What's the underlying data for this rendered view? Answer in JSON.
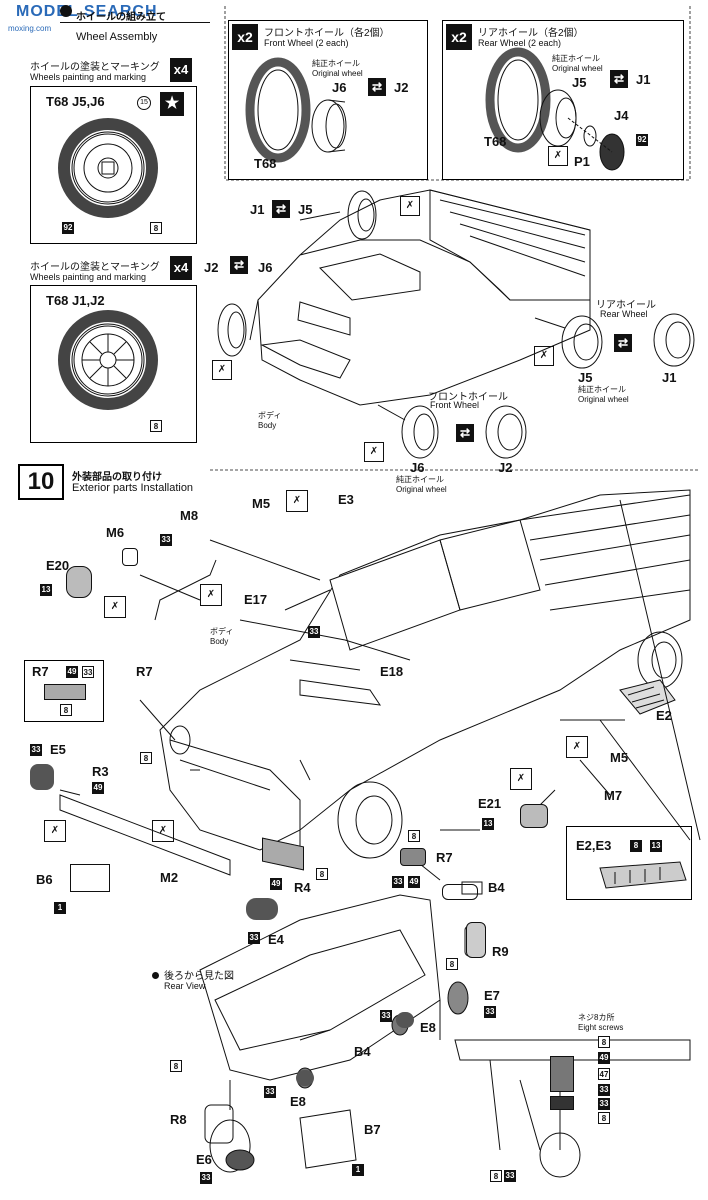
{
  "header": {
    "watermark": "MODEL SEARCH",
    "watermark_logo": "moxing.com",
    "section_jp": "ホイールの組み立て",
    "section_en": "Wheel Assembly"
  },
  "wheel_paint_1": {
    "jp": "ホイールの塗装とマーキング",
    "en": "Wheels painting and marking",
    "qty": "x4",
    "paint": "T68 J5,J6",
    "decal": "15",
    "badge_left": "92",
    "badge_right": "8"
  },
  "wheel_paint_2": {
    "jp": "ホイールの塗装とマーキング",
    "en": "Wheels painting and marking",
    "qty": "x4",
    "paint": "T68 J1,J2",
    "badge": "8"
  },
  "front_wheel_box": {
    "qty": "x2",
    "jp": "フロントホイール（各2個）",
    "en": "Front Wheel (2 each)",
    "orig_jp": "純正ホイール",
    "orig_en": "Original wheel",
    "part_a": "J6",
    "part_b": "J2",
    "tire": "T68"
  },
  "rear_wheel_box": {
    "qty": "x2",
    "jp": "リアホイール（各2個）",
    "en": "Rear Wheel (2 each)",
    "orig_jp": "純正ホイール",
    "orig_en": "Original wheel",
    "part_a": "J5",
    "part_b": "J1",
    "part_c": "J4",
    "tire": "T68",
    "pin": "P1",
    "badge": "92"
  },
  "truck_top": {
    "j1": "J1",
    "j5": "J5",
    "j2": "J2",
    "j6": "J6",
    "body_jp": "ボディ",
    "body_en": "Body",
    "rear_jp": "リアホイール",
    "rear_en": "Rear Wheel",
    "rear_j5": "J5",
    "rear_j1": "J1",
    "rear_orig_jp": "純正ホイール",
    "rear_orig_en": "Original wheel",
    "front_jp": "フロントホイール",
    "front_en": "Front Wheel",
    "front_j6": "J6",
    "front_j2": "J2",
    "front_orig_jp": "純正ホイール",
    "front_orig_en": "Original wheel"
  },
  "step10": {
    "number": "10",
    "jp": "外装部品の取り付け",
    "en": "Exterior parts Installation"
  },
  "exterior_parts": {
    "m6": "M6",
    "e20": "E20",
    "n13a": "13",
    "m8": "M8",
    "n33a": "33",
    "m5": "M5",
    "e3": "E3",
    "e17": "E17",
    "n33b": "33",
    "e18": "E18",
    "body_jp": "ボディ",
    "body_en": "Body",
    "r7_box": "R7",
    "n49a": "49",
    "n33c": "33",
    "n8a": "8",
    "r7": "R7",
    "e2": "E2",
    "m5b": "M5",
    "n33d": "33",
    "e5": "E5",
    "n8b": "8",
    "r3": "R3",
    "n49b": "49",
    "m7": "M7",
    "e21": "E21",
    "n13b": "13",
    "e23": "E2,E3",
    "n8c": "8",
    "n13c": "13",
    "b6": "B6",
    "n1a": "1",
    "m2": "M2",
    "n8d": "8",
    "n49c": "49",
    "r4": "R4",
    "n8e": "8",
    "r7b": "R7",
    "n33e": "33",
    "n49d": "49",
    "b4": "B4",
    "n33f": "33",
    "e4": "E4"
  },
  "rear_view": {
    "jp": "後ろから見た図",
    "en": "Rear View",
    "r9": "R9",
    "n8f": "8",
    "e7": "E7",
    "n33g": "33",
    "e8": "E8",
    "n33h": "33",
    "b4": "B4",
    "n8g": "8",
    "e8b": "E8",
    "n33i": "33",
    "r8": "R8",
    "b7": "B7",
    "n1b": "1",
    "e6": "E6",
    "n33j": "33",
    "screws_jp": "ネジ8カ所",
    "screws_en": "Eight screws",
    "stack": [
      "8",
      "49",
      "47",
      "33",
      "33",
      "8"
    ],
    "bottom": [
      "8",
      "33"
    ]
  }
}
